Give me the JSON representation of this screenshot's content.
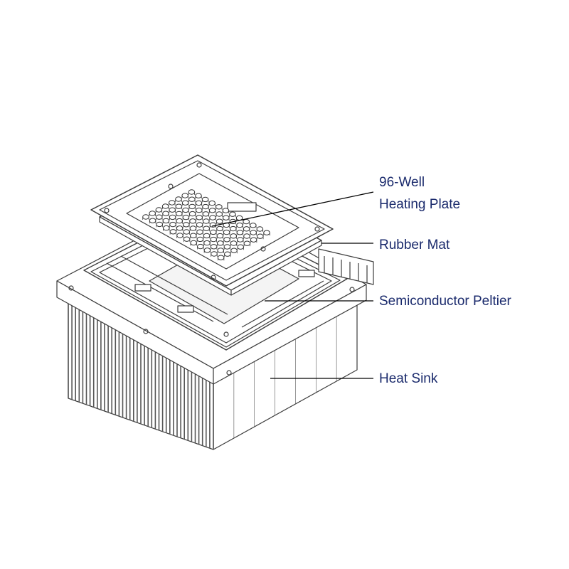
{
  "labels": {
    "heating_plate_line1": "96-Well",
    "heating_plate_line2": "Heating Plate",
    "rubber_mat": "Rubber Mat",
    "peltier": "Semiconductor Peltier",
    "heat_sink": "Heat Sink"
  },
  "colors": {
    "label_text": "#1a2a6c",
    "line_art": "#3c3c3c",
    "leader_line": "#000000"
  }
}
